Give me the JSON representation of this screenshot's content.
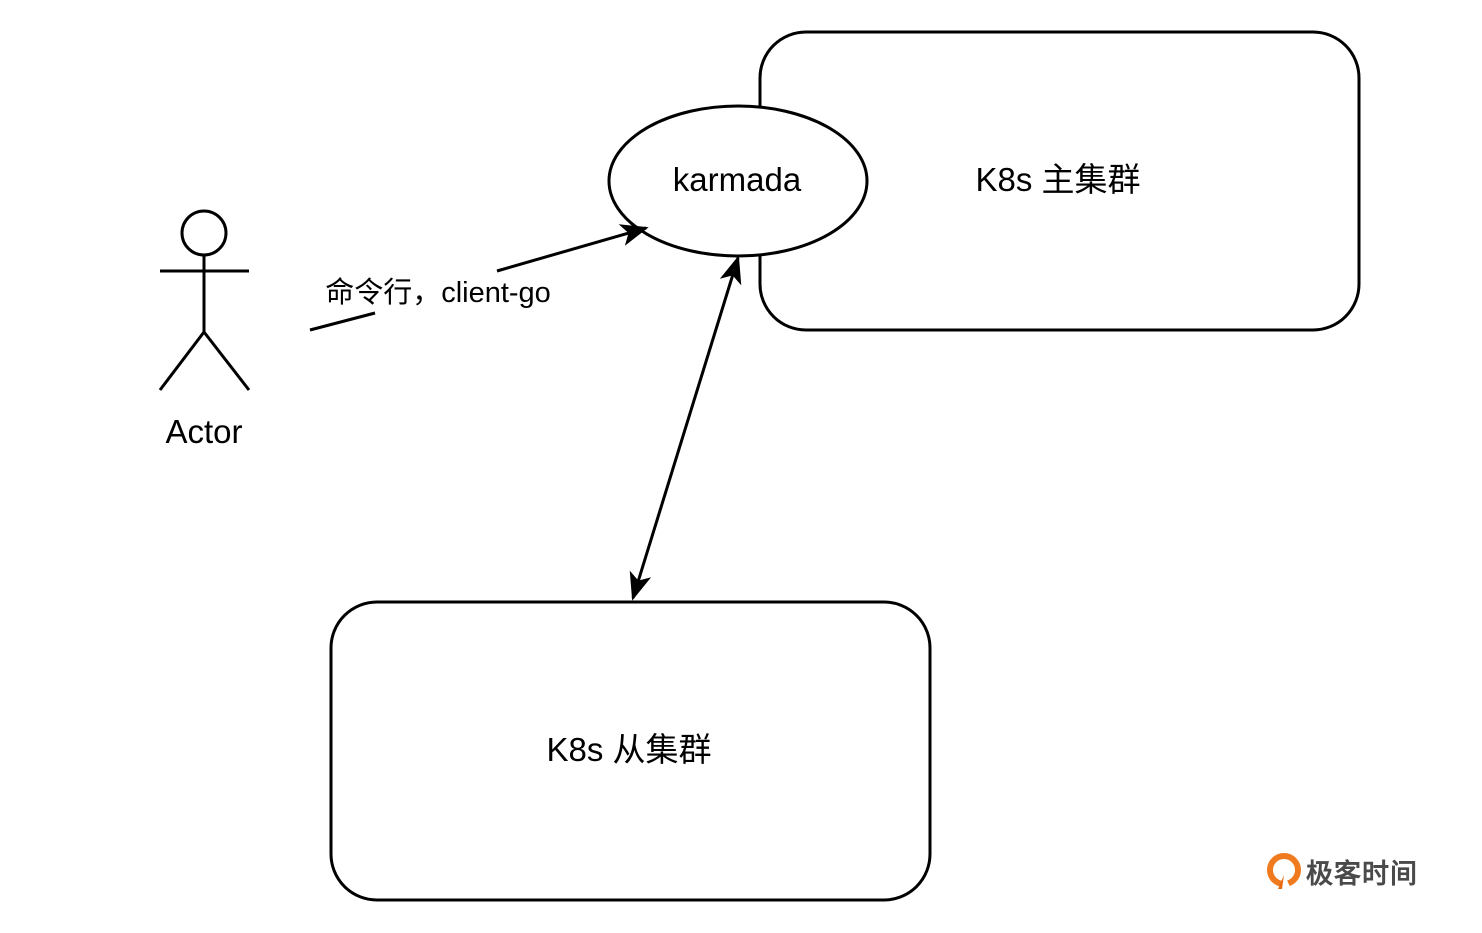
{
  "diagram": {
    "nodes": {
      "karmada": {
        "label": "karmada"
      },
      "main_cluster": {
        "label": "K8s 主集群"
      },
      "member_cluster": {
        "label": "K8s 从集群"
      },
      "actor": {
        "label": "Actor"
      }
    },
    "edges": {
      "actor_to_karmada": {
        "label": "命令行，client-go",
        "direction": "one-way"
      },
      "karmada_to_member": {
        "label": "",
        "direction": "bidirectional"
      }
    }
  },
  "watermark": {
    "text": "极客时间",
    "icon": "geektime-logo-icon",
    "color": "#f07b1e"
  }
}
